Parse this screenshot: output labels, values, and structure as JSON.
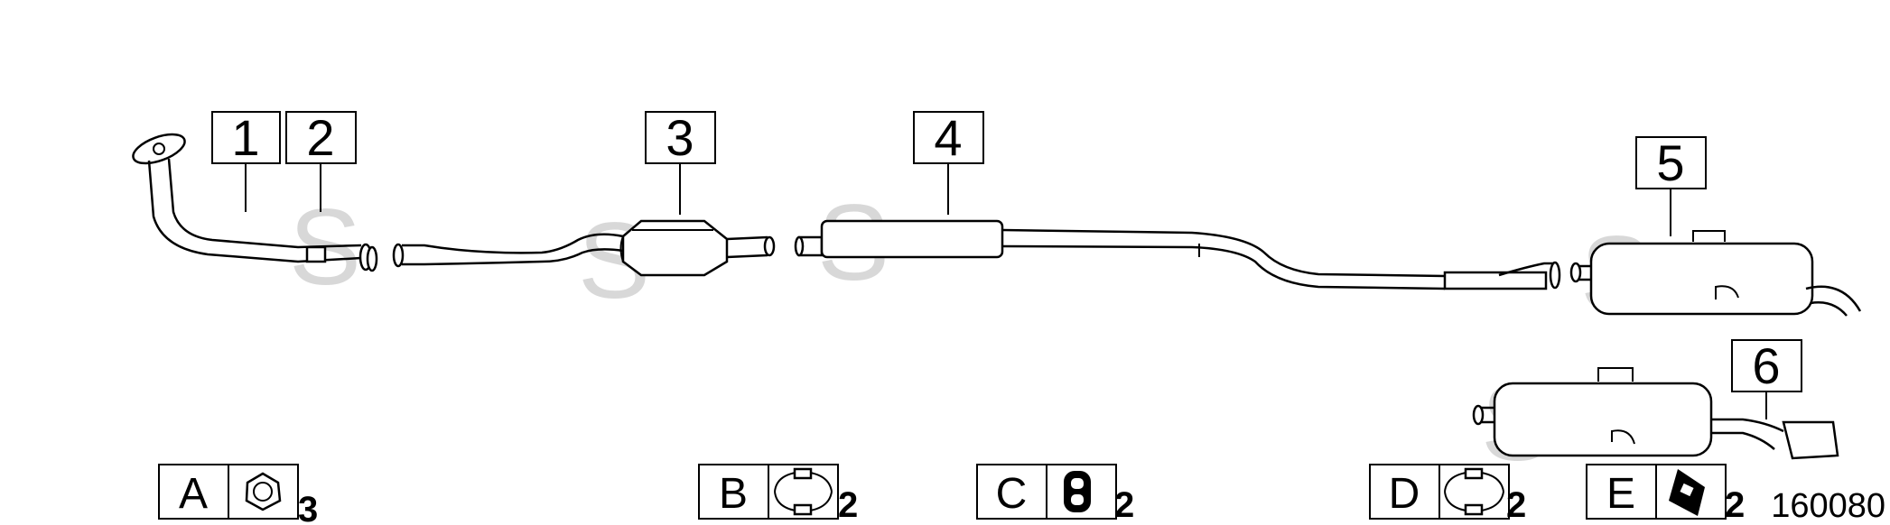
{
  "parts": [
    {
      "label": "1"
    },
    {
      "label": "2"
    },
    {
      "label": "3"
    },
    {
      "label": "4"
    },
    {
      "label": "5"
    },
    {
      "label": "6"
    }
  ],
  "accessories": [
    {
      "letter": "A",
      "qty": "3",
      "icon": "gasket-icon"
    },
    {
      "letter": "B",
      "qty": "2",
      "icon": "clamp-icon"
    },
    {
      "letter": "C",
      "qty": "2",
      "icon": "rubber-mount-icon"
    },
    {
      "letter": "D",
      "qty": "2",
      "icon": "clamp-icon"
    },
    {
      "letter": "E",
      "qty": "2",
      "icon": "bracket-icon"
    }
  ],
  "watermark": "S",
  "reference_number": "160080"
}
